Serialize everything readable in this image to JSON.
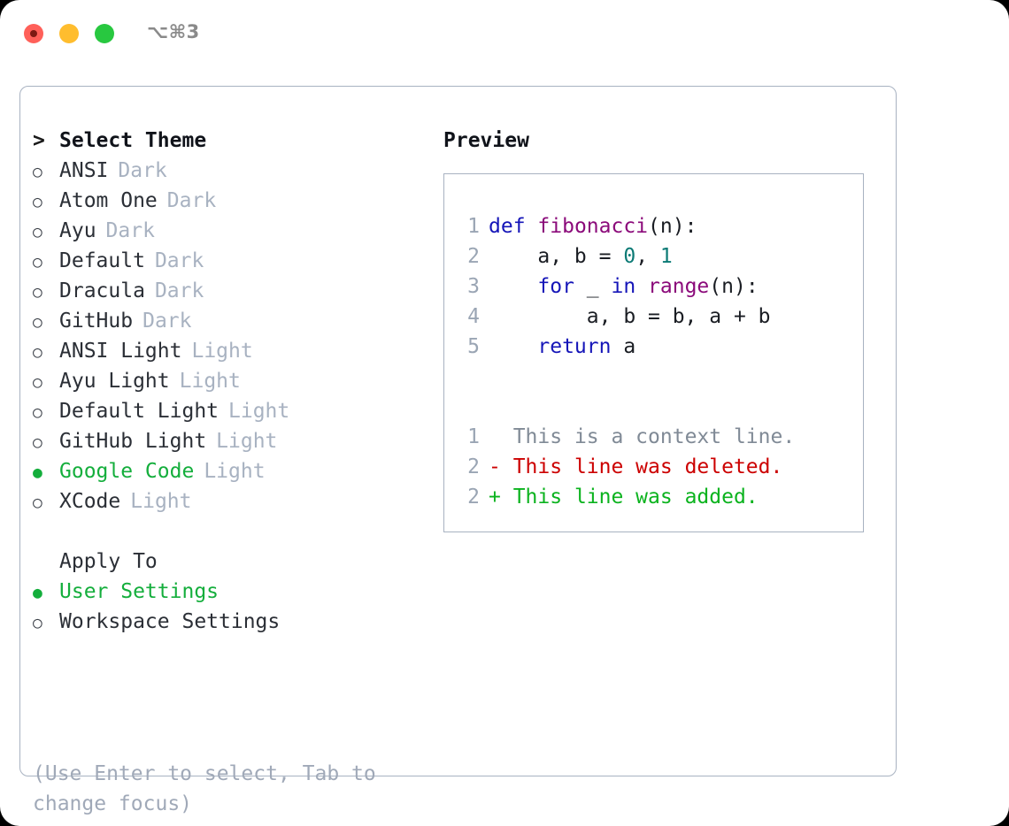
{
  "window": {
    "shortcut": "⌥⌘3",
    "traffic_lights": [
      "close-red",
      "minimize-yellow",
      "maximize-green"
    ],
    "accent_green": "#14ae3c",
    "muted_gray": "#a8b2c1",
    "border_color": "#a8b2c1"
  },
  "left": {
    "cursor_glyph": ">",
    "heading": "Select Theme",
    "radio_unselected_glyph": "○",
    "radio_selected_glyph": "●",
    "themes": [
      {
        "name": "ANSI",
        "variant": "Dark",
        "selected": false
      },
      {
        "name": "Atom One",
        "variant": "Dark",
        "selected": false
      },
      {
        "name": "Ayu",
        "variant": "Dark",
        "selected": false
      },
      {
        "name": "Default",
        "variant": "Dark",
        "selected": false
      },
      {
        "name": "Dracula",
        "variant": "Dark",
        "selected": false
      },
      {
        "name": "GitHub",
        "variant": "Dark",
        "selected": false
      },
      {
        "name": "ANSI Light",
        "variant": "Light",
        "selected": false
      },
      {
        "name": "Ayu Light",
        "variant": "Light",
        "selected": false
      },
      {
        "name": "Default Light",
        "variant": "Light",
        "selected": false
      },
      {
        "name": "GitHub Light",
        "variant": "Light",
        "selected": false
      },
      {
        "name": "Google Code",
        "variant": "Light",
        "selected": true
      },
      {
        "name": "XCode",
        "variant": "Light",
        "selected": false
      }
    ],
    "apply_to_heading": "Apply To",
    "apply_to_options": [
      {
        "name": "User Settings",
        "selected": true
      },
      {
        "name": "Workspace Settings",
        "selected": false
      }
    ],
    "hint": "(Use Enter to select, Tab to change focus)"
  },
  "right": {
    "preview_title": "Preview",
    "code_lines": [
      {
        "num": "1",
        "tokens": [
          {
            "t": "def",
            "c": "kw"
          },
          {
            "t": " ",
            "c": "id"
          },
          {
            "t": "fibonacci",
            "c": "fn"
          },
          {
            "t": "(",
            "c": "punct"
          },
          {
            "t": "n",
            "c": "id"
          },
          {
            "t": "):",
            "c": "punct"
          }
        ]
      },
      {
        "num": "2",
        "tokens": [
          {
            "t": "    a, b = ",
            "c": "id"
          },
          {
            "t": "0",
            "c": "num"
          },
          {
            "t": ", ",
            "c": "punct"
          },
          {
            "t": "1",
            "c": "num"
          }
        ]
      },
      {
        "num": "3",
        "tokens": [
          {
            "t": "    ",
            "c": "id"
          },
          {
            "t": "for",
            "c": "kw"
          },
          {
            "t": " _ ",
            "c": "id"
          },
          {
            "t": "in",
            "c": "kw"
          },
          {
            "t": " ",
            "c": "id"
          },
          {
            "t": "range",
            "c": "fn"
          },
          {
            "t": "(",
            "c": "punct"
          },
          {
            "t": "n",
            "c": "id"
          },
          {
            "t": "):",
            "c": "punct"
          }
        ]
      },
      {
        "num": "4",
        "tokens": [
          {
            "t": "        a, b = b, a + b",
            "c": "id"
          }
        ]
      },
      {
        "num": "5",
        "tokens": [
          {
            "t": "    ",
            "c": "id"
          },
          {
            "t": "return",
            "c": "kw"
          },
          {
            "t": " a",
            "c": "id"
          }
        ]
      }
    ],
    "diff_lines": [
      {
        "num": "1",
        "sign": " ",
        "text": "This is a context line.",
        "kind": "ctx"
      },
      {
        "num": "2",
        "sign": "-",
        "text": "This line was deleted.",
        "kind": "del"
      },
      {
        "num": "2",
        "sign": "+",
        "text": "This line was added.",
        "kind": "add"
      }
    ]
  },
  "syntax_colors": {
    "keyword": "#1515b8",
    "function": "#8b0a7a",
    "number": "#0b7a75",
    "identifier": "#1a1d23",
    "line_number": "#9aa5b4",
    "context": "#808a96",
    "deleted": "#cc0000",
    "added": "#0bb31e"
  }
}
